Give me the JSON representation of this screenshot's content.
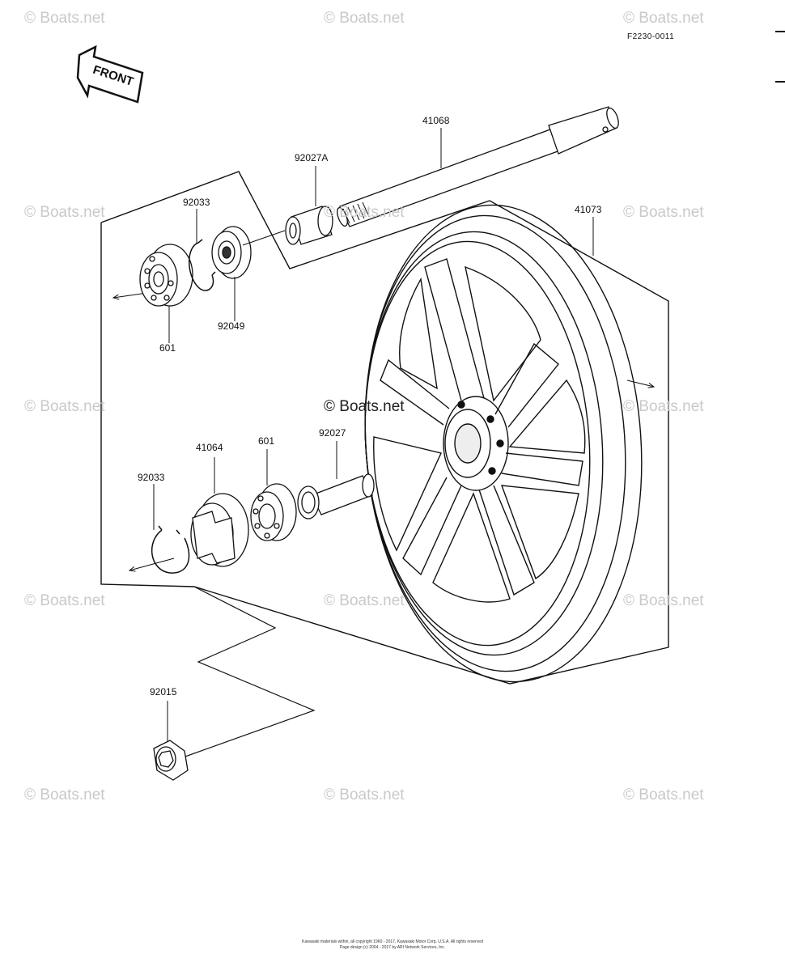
{
  "figure_code": "F2230-0011",
  "front_label": "FRONT",
  "watermark_text": "© Boats.net",
  "part_labels": {
    "p41068": "41068",
    "p92027A": "92027A",
    "p41073": "41073",
    "p92033_top": "92033",
    "p601_top": "601",
    "p92049": "92049",
    "p92027": "92027",
    "p41064": "41064",
    "p601_bottom": "601",
    "p92033_bottom": "92033",
    "p92015": "92015"
  },
  "footer": {
    "line1": "Kawasaki materials within, all copyright 1960 - 2017, Kawasaki Motor Corp. U.S.A. All rights reserved",
    "line2": "Page design (c) 2004 - 2017 by ARI Network Services, Inc."
  }
}
